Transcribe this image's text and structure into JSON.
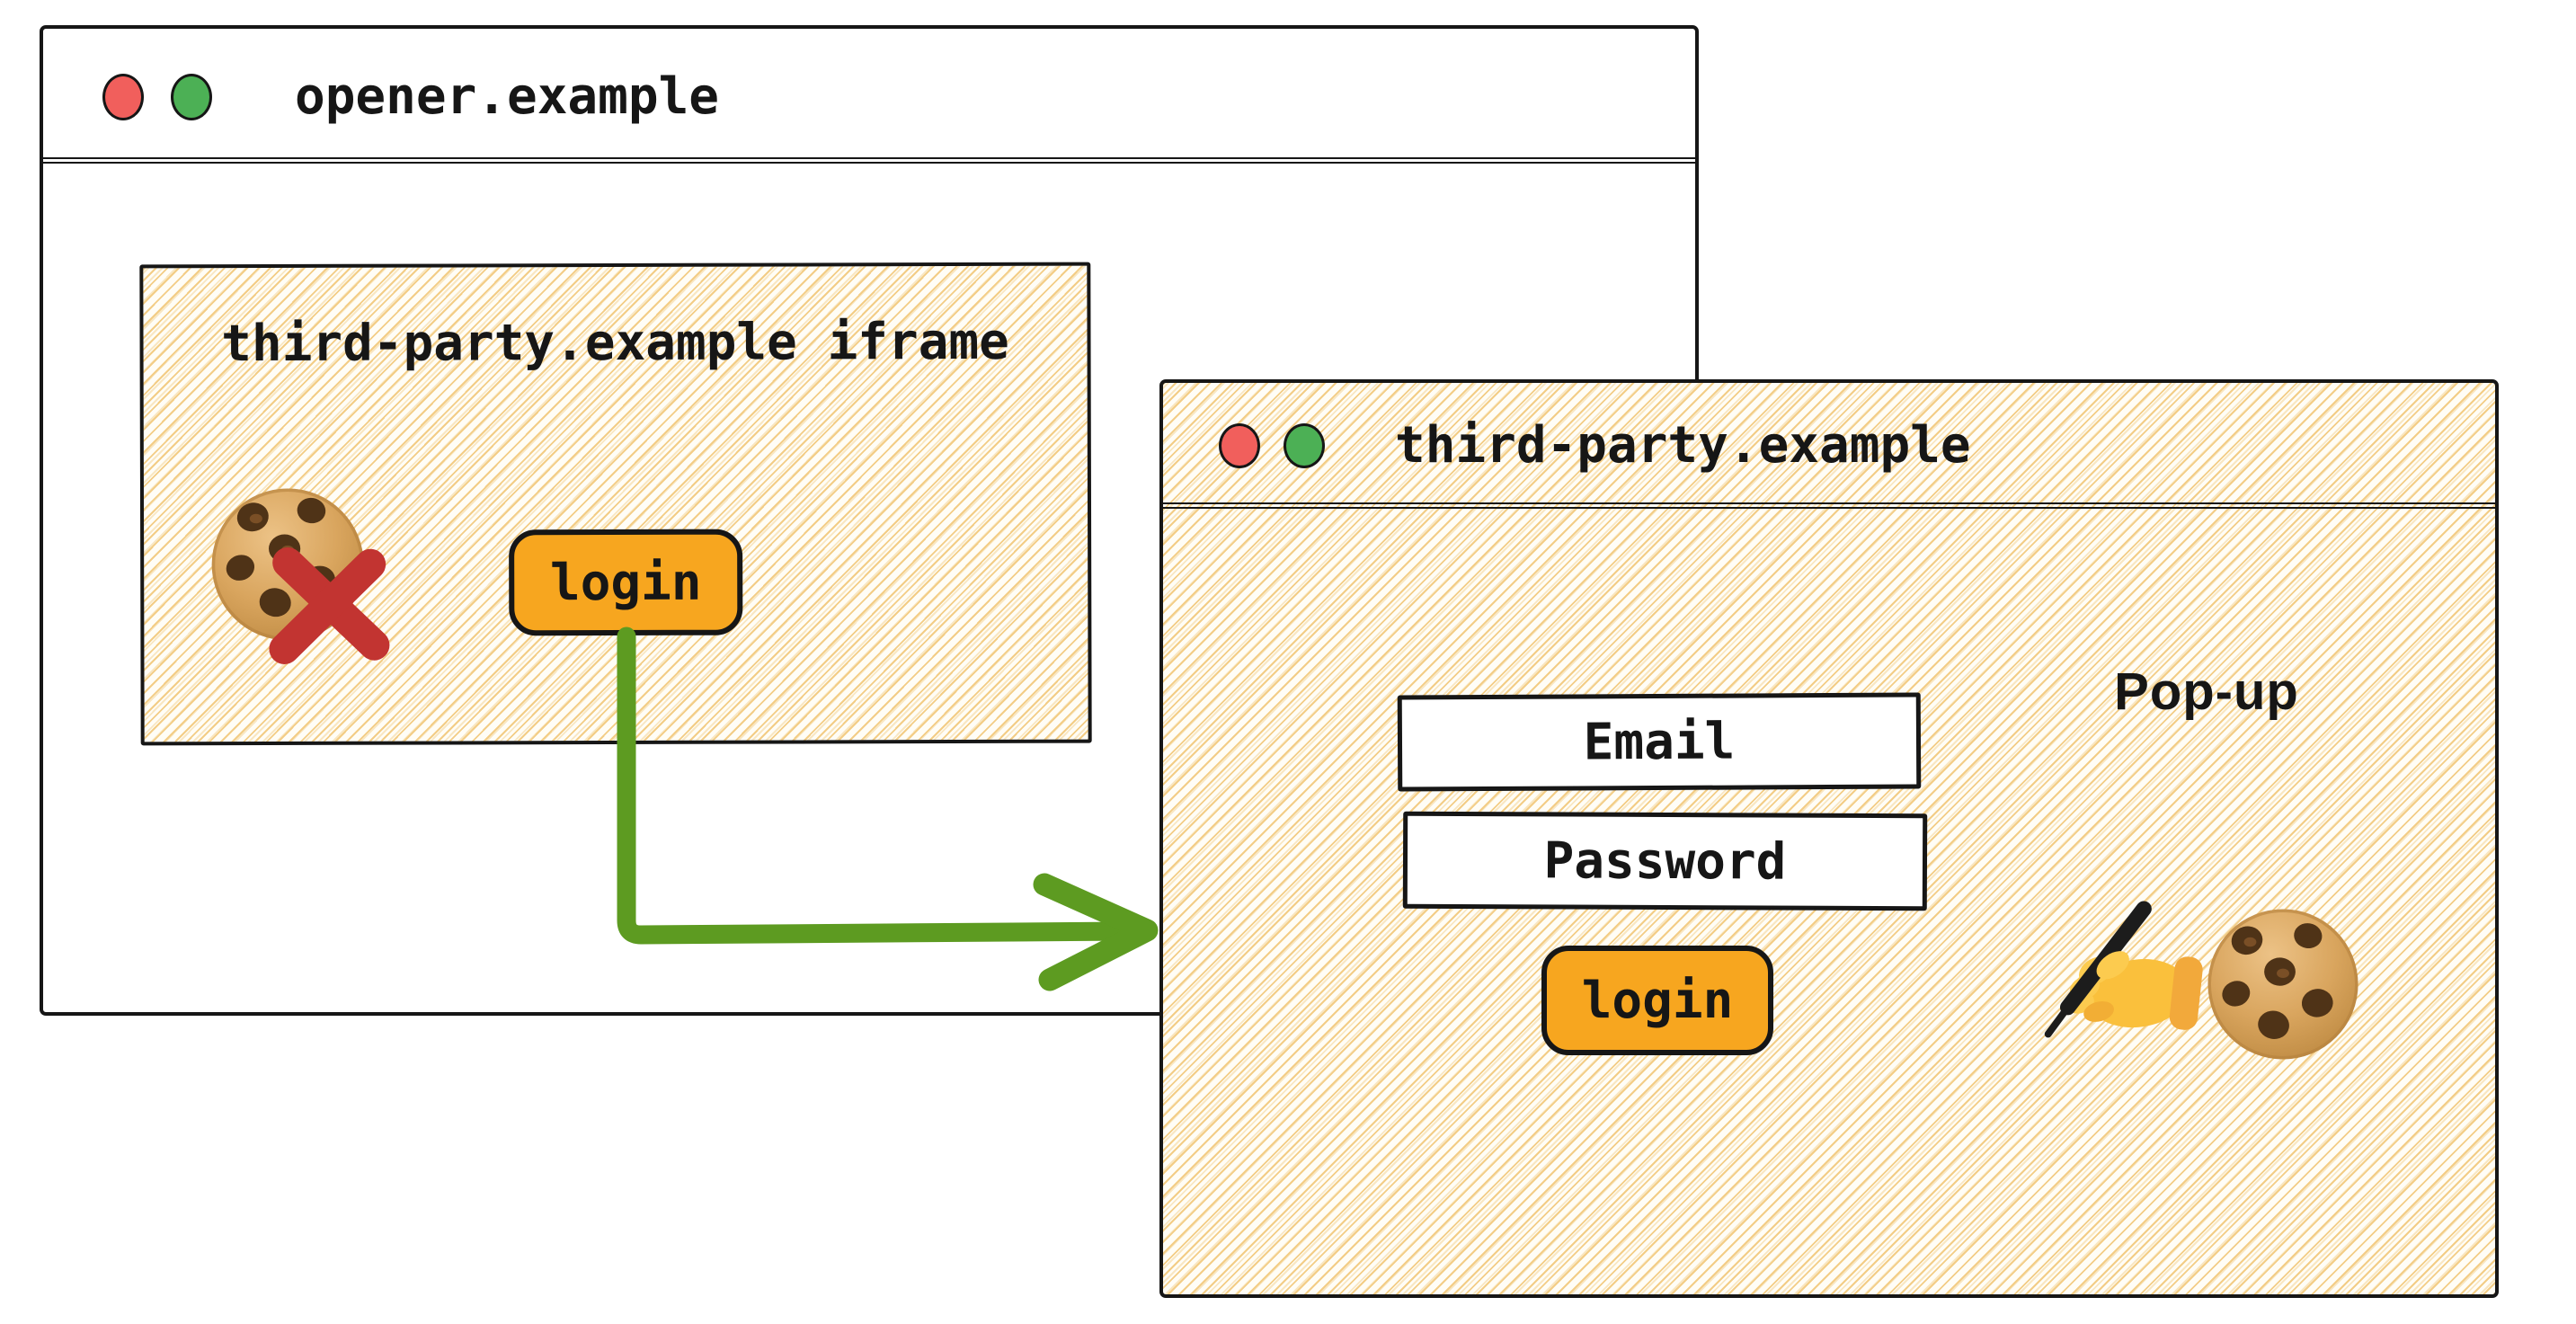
{
  "opener_window": {
    "title": "opener.example",
    "iframe": {
      "label": "third-party.example iframe",
      "login_button_label": "login"
    }
  },
  "popup_window": {
    "title": "third-party.example",
    "window_label": "Pop-up",
    "email_placeholder": "Email",
    "password_placeholder": "Password",
    "login_button_label": "login"
  },
  "colors": {
    "accent_orange": "#f7a61f",
    "arrow_green": "#5d9b21",
    "blocked_red": "#c23431",
    "traffic_red": "#f15f5c",
    "traffic_green": "#4cb055",
    "hatch_strong": "#f3cd86",
    "hatch_soft": "#f9e7c2",
    "ink": "#161616"
  }
}
